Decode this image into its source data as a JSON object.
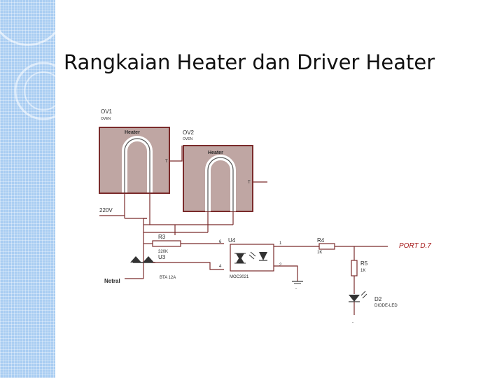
{
  "slide": {
    "title": "Rangkaian Heater dan Driver Heater"
  },
  "schematic": {
    "ov1": {
      "ref": "OV1",
      "type": "OVEN",
      "element": "Heater",
      "pin": "T"
    },
    "ov2": {
      "ref": "OV2",
      "type": "OVEN",
      "element": "Heater",
      "pin": "T"
    },
    "supply": "220V",
    "neutral": "Netral",
    "r3": {
      "ref": "R3",
      "value": "320K"
    },
    "u3": {
      "ref": "U3",
      "part": "BTA 12A"
    },
    "u4": {
      "ref": "U4",
      "part": "MOC3021",
      "pins": [
        "6",
        "4",
        "1",
        "2"
      ]
    },
    "r4": {
      "ref": "R4",
      "value": "1K"
    },
    "r5": {
      "ref": "R5",
      "value": "1K"
    },
    "d2": {
      "ref": "D2",
      "part": "DIODE-LED",
      "bottom": "-"
    },
    "port": "PORT D.7",
    "gnd_mark": "-"
  },
  "colors": {
    "wire": "#7a2b2b",
    "heater_fill": "#bfa6a3",
    "port_text": "#a31515",
    "band": "#a9cdf2"
  }
}
